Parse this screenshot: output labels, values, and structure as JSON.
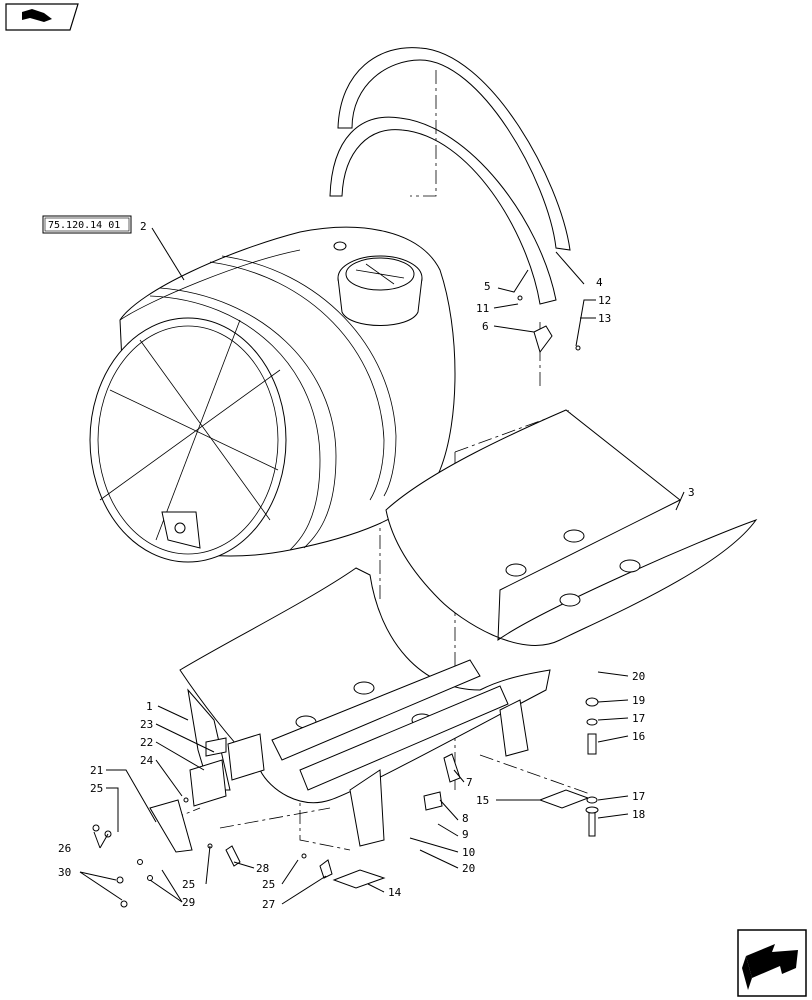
{
  "reference_box": "75.120.14 01",
  "callouts": [
    {
      "id": "c2",
      "text": "2"
    },
    {
      "id": "c4",
      "text": "4"
    },
    {
      "id": "c5",
      "text": "5"
    },
    {
      "id": "c11",
      "text": "11"
    },
    {
      "id": "c12",
      "text": "12"
    },
    {
      "id": "c13",
      "text": "13"
    },
    {
      "id": "c6",
      "text": "6"
    },
    {
      "id": "c3",
      "text": "3"
    },
    {
      "id": "c1",
      "text": "1"
    },
    {
      "id": "c23",
      "text": "23"
    },
    {
      "id": "c22",
      "text": "22"
    },
    {
      "id": "c24",
      "text": "24"
    },
    {
      "id": "c21",
      "text": "21"
    },
    {
      "id": "c25a",
      "text": "25"
    },
    {
      "id": "c26",
      "text": "26"
    },
    {
      "id": "c30",
      "text": "30"
    },
    {
      "id": "c29",
      "text": "29"
    },
    {
      "id": "c25b",
      "text": "25"
    },
    {
      "id": "c28",
      "text": "28"
    },
    {
      "id": "c25c",
      "text": "25"
    },
    {
      "id": "c27",
      "text": "27"
    },
    {
      "id": "c14",
      "text": "14"
    },
    {
      "id": "c7",
      "text": "7"
    },
    {
      "id": "c8",
      "text": "8"
    },
    {
      "id": "c9",
      "text": "9"
    },
    {
      "id": "c10",
      "text": "10"
    },
    {
      "id": "c20a",
      "text": "20"
    },
    {
      "id": "c15",
      "text": "15"
    },
    {
      "id": "c20b",
      "text": "20"
    },
    {
      "id": "c19",
      "text": "19"
    },
    {
      "id": "c17a",
      "text": "17"
    },
    {
      "id": "c16",
      "text": "16"
    },
    {
      "id": "c17b",
      "text": "17"
    },
    {
      "id": "c18",
      "text": "18"
    }
  ],
  "icons": {
    "top_left": "page-book-icon",
    "bottom_right": "next-page-arrow-icon"
  }
}
